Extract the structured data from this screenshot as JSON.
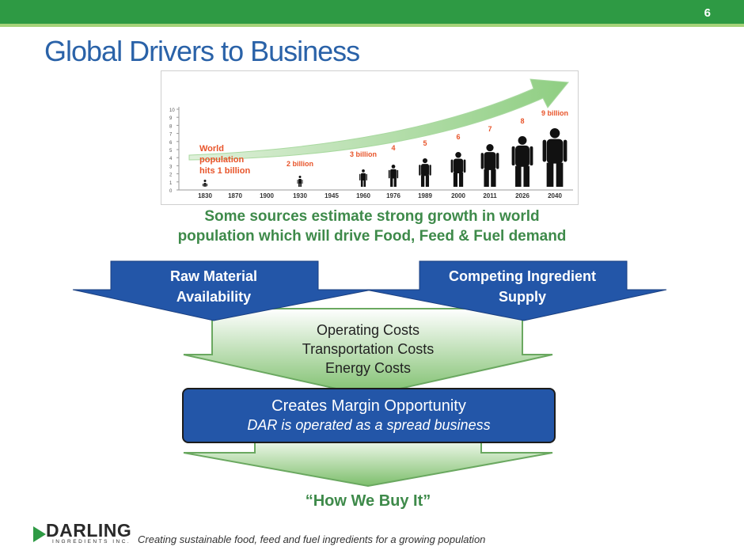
{
  "page_number": "6",
  "title": "Global Drivers to Business",
  "population_figure": {
    "headline_line1": "World",
    "headline_line2": "population",
    "headline_line3": "hits 1 billion",
    "y_ticks": [
      "10",
      "9",
      "8",
      "7",
      "6",
      "5",
      "4",
      "3",
      "2",
      "1",
      "0"
    ],
    "years": [
      "1830",
      "1870",
      "1900",
      "1930",
      "1945",
      "1960",
      "1976",
      "1989",
      "2000",
      "2011",
      "2026",
      "2040"
    ],
    "labels": [
      "2 billion",
      "3 billion",
      "4",
      "5",
      "6",
      "7",
      "8",
      "9 billion"
    ],
    "label_color": "#e8542a",
    "arrow_color": "#8fce82"
  },
  "caption_line1": "Some sources estimate strong growth in world",
  "caption_line2": "population which will drive Food, Feed & Fuel demand",
  "raw_material_line1": "Raw Material",
  "raw_material_line2": "Availability",
  "competing_line1": "Competing Ingredient",
  "competing_line2": "Supply",
  "costs": [
    "Operating Costs",
    "Transportation Costs",
    "Energy Costs"
  ],
  "margin_title": "Creates Margin Opportunity",
  "margin_subtitle": "DAR is operated as a spread business",
  "how_we_buy": "“How We Buy It”",
  "logo_word": "DARLING",
  "logo_sub": "INGREDIENTS INC.",
  "tagline": "Creating sustainable food, feed and fuel ingredients for a growing population",
  "colors": {
    "green_bar": "#2e9a44",
    "blue": "#2356a8",
    "title_blue": "#2a62a8",
    "caption_green": "#3e8a4a"
  }
}
